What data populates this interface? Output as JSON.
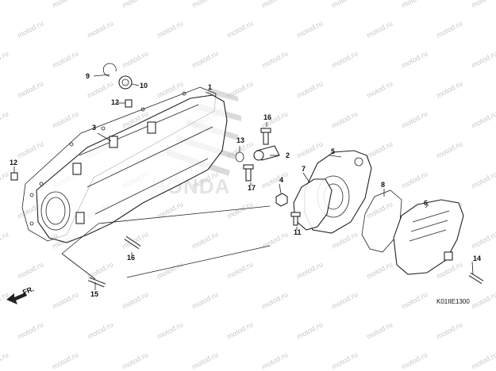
{
  "diagram": {
    "watermark": "motod.ru",
    "callouts": [
      "1",
      "2",
      "3",
      "4",
      "5",
      "6",
      "7",
      "8",
      "9",
      "10",
      "11",
      "12",
      "12",
      "13",
      "14",
      "15",
      "16",
      "16",
      "17"
    ],
    "direction_label": "FR.",
    "brand_logo_text": "HONDA",
    "diagram_code": "K01IIE1300"
  }
}
